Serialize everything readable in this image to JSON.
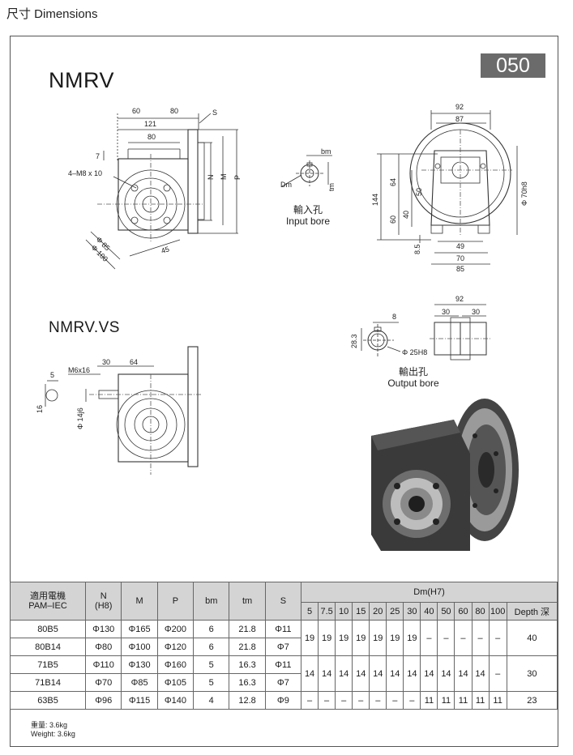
{
  "header": {
    "title": "尺寸 Dimensions"
  },
  "badge": {
    "code": "050"
  },
  "sections": {
    "nmrv": {
      "title": "NMRV"
    },
    "nmrv_vs": {
      "title": "NMRV.VS"
    }
  },
  "captions": {
    "input_bore_cn": "輸入孔",
    "input_bore_en": "Input bore",
    "output_bore_cn": "輸出孔",
    "output_bore_en": "Output bore"
  },
  "dims": {
    "front": {
      "d60": "60",
      "d80a": "80",
      "s": "S",
      "d121": "121",
      "d80b": "80",
      "d7": "7",
      "m8": "4–M8 x 10",
      "n": "N",
      "m": "M",
      "p": "P",
      "d85": "Φ 85",
      "d100": "Φ 100",
      "d45": "45"
    },
    "input": {
      "bm": "bm",
      "dm": "Dm",
      "tm": "tm"
    },
    "side": {
      "d92": "92",
      "d87": "87",
      "d144": "144",
      "d64": "64",
      "d50": "50",
      "d60": "60",
      "d40": "40",
      "d70h8": "Φ 70h8",
      "d8_5": "8.5",
      "d49": "49",
      "d70": "70",
      "d85": "85"
    },
    "output": {
      "d8": "8",
      "d28_3": "28.3",
      "d25h8": "Φ 25H8",
      "d92": "92",
      "d30a": "30",
      "d30b": "30"
    },
    "vs": {
      "d5": "5",
      "m6": "M6x16",
      "d30": "30",
      "d64": "64",
      "d16": "16",
      "d14j6": "Φ 14j6"
    }
  },
  "table": {
    "col_model": "適用電機\nPAM–IEC",
    "col_n": "N\n(H8)",
    "col_m": "M",
    "col_p": "P",
    "col_bm": "bm",
    "col_tm": "tm",
    "col_s": "S",
    "dm_group": "Dm(H7)",
    "dm_cols": [
      "5",
      "7.5",
      "10",
      "15",
      "20",
      "25",
      "30",
      "40",
      "50",
      "60",
      "80",
      "100"
    ],
    "depth_label": "Depth 深",
    "rows": [
      {
        "model": "80B5",
        "n": "Φ130",
        "m": "Φ165",
        "p": "Φ200",
        "bm": "6",
        "tm": "21.8",
        "s": "Φ11"
      },
      {
        "model": "80B14",
        "n": "Φ80",
        "m": "Φ100",
        "p": "Φ120",
        "bm": "6",
        "tm": "21.8",
        "s": "Φ7"
      },
      {
        "model": "71B5",
        "n": "Φ110",
        "m": "Φ130",
        "p": "Φ160",
        "bm": "5",
        "tm": "16.3",
        "s": "Φ11"
      },
      {
        "model": "71B14",
        "n": "Φ70",
        "m": "Φ85",
        "p": "Φ105",
        "bm": "5",
        "tm": "16.3",
        "s": "Φ7"
      },
      {
        "model": "63B5",
        "n": "Φ96",
        "m": "Φ115",
        "p": "Φ140",
        "bm": "4",
        "tm": "12.8",
        "s": "Φ9"
      }
    ],
    "dm_groups": [
      {
        "values": [
          "19",
          "19",
          "19",
          "19",
          "19",
          "19",
          "19",
          "–",
          "–",
          "–",
          "–",
          "–"
        ],
        "depth": "40"
      },
      {
        "values": [
          "14",
          "14",
          "14",
          "14",
          "14",
          "14",
          "14",
          "14",
          "14",
          "14",
          "14",
          "–"
        ],
        "depth": "30"
      },
      {
        "values": [
          "–",
          "–",
          "–",
          "–",
          "–",
          "–",
          "–",
          "11",
          "11",
          "11",
          "11",
          "11"
        ],
        "depth": "23"
      }
    ]
  },
  "weight": {
    "cn": "重量: 3.6kg",
    "en": "Weight: 3.6kg"
  }
}
